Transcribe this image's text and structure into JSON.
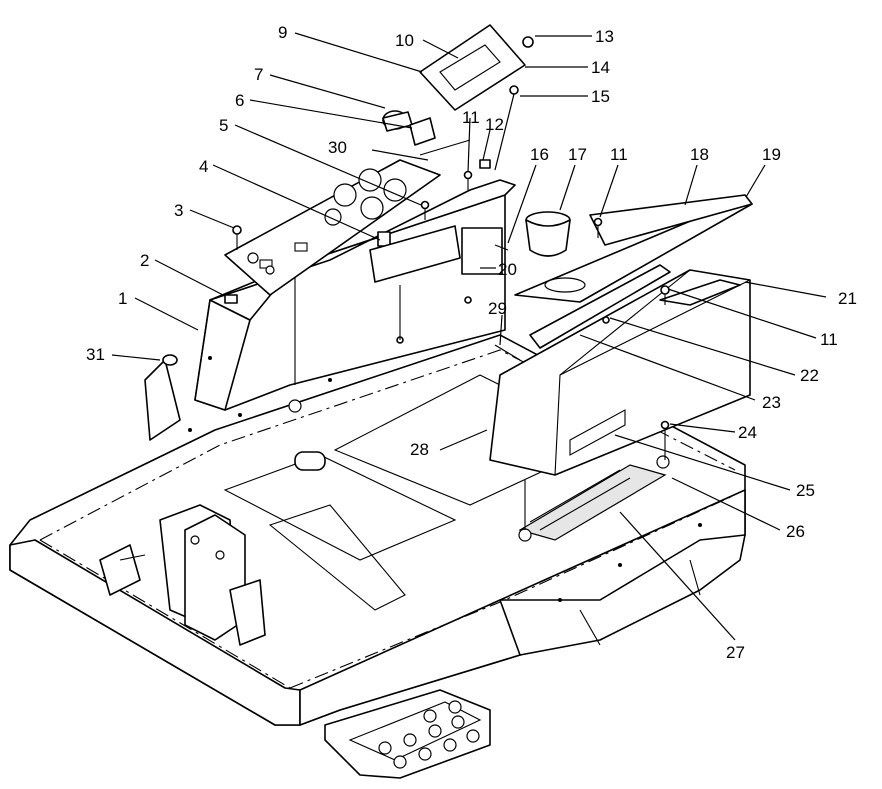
{
  "callouts": [
    {
      "label": "1"
    },
    {
      "label": "2"
    },
    {
      "label": "3"
    },
    {
      "label": "4"
    },
    {
      "label": "5"
    },
    {
      "label": "6"
    },
    {
      "label": "7"
    },
    {
      "label": "9"
    },
    {
      "label": "10"
    },
    {
      "label": "11"
    },
    {
      "label": "12"
    },
    {
      "label": "13"
    },
    {
      "label": "14"
    },
    {
      "label": "15"
    },
    {
      "label": "16"
    },
    {
      "label": "17"
    },
    {
      "label": "11"
    },
    {
      "label": "18"
    },
    {
      "label": "19"
    },
    {
      "label": "20"
    },
    {
      "label": "21"
    },
    {
      "label": "11"
    },
    {
      "label": "22"
    },
    {
      "label": "23"
    },
    {
      "label": "24"
    },
    {
      "label": "25"
    },
    {
      "label": "26"
    },
    {
      "label": "27"
    },
    {
      "label": "28"
    },
    {
      "label": "29"
    },
    {
      "label": "30"
    },
    {
      "label": "31"
    }
  ]
}
